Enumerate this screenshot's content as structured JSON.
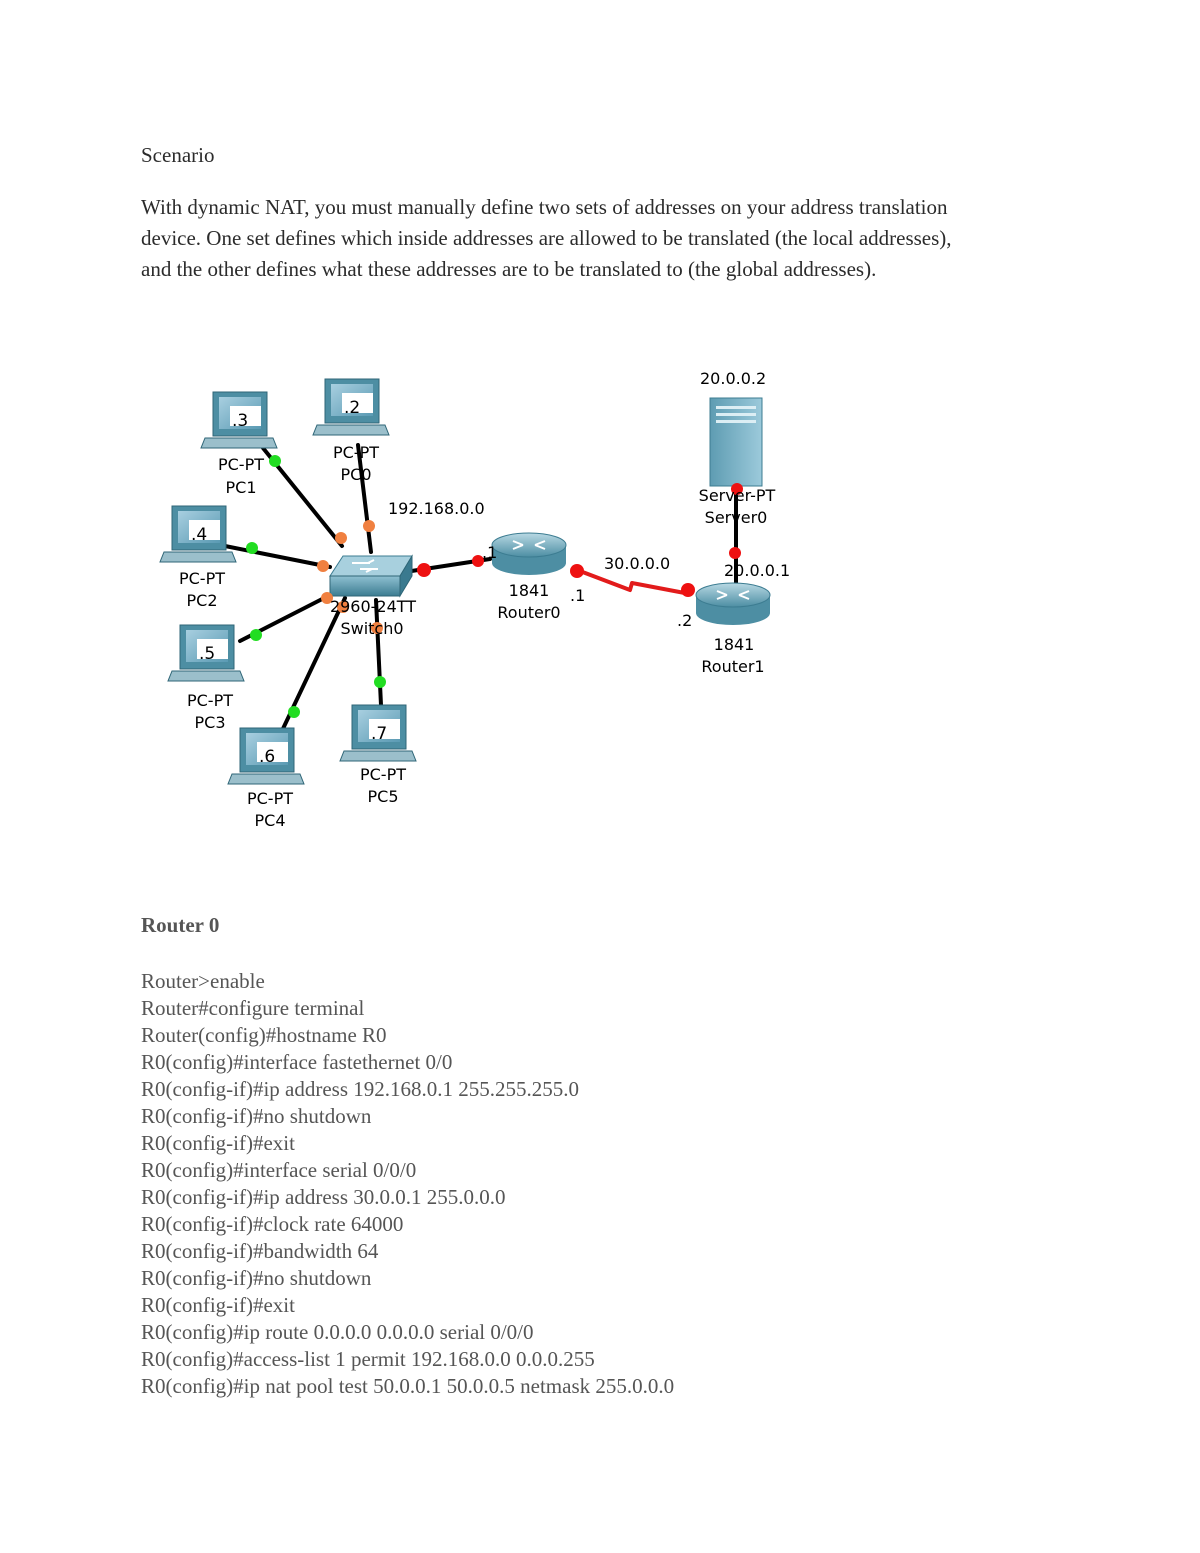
{
  "heading": "Scenario",
  "paragraph_lines": [
    "With dynamic NAT, you must manually define two sets of addresses on your address translation",
    "device. One set defines which inside addresses are allowed to be translated (the local addresses),",
    "and the other defines what these addresses are to be translated to (the global addresses)."
  ],
  "diagram": {
    "lan_network": "192.168.0.0",
    "wan_network": "30.0.0.0",
    "pcs": [
      {
        "name": "PC0",
        "type": "PC-PT",
        "host": ".2"
      },
      {
        "name": "PC1",
        "type": "PC-PT",
        "host": ".3"
      },
      {
        "name": "PC2",
        "type": "PC-PT",
        "host": ".4"
      },
      {
        "name": "PC3",
        "type": "PC-PT",
        "host": ".5"
      },
      {
        "name": "PC4",
        "type": "PC-PT",
        "host": ".6"
      },
      {
        "name": "PC5",
        "type": "PC-PT",
        "host": ".7"
      }
    ],
    "switch": {
      "model": "2960-24TT",
      "name": "Switch0"
    },
    "router0": {
      "model": "1841",
      "name": "Router0",
      "lan_ip": ".1",
      "wan_ip": ".1"
    },
    "router1": {
      "model": "1841",
      "name": "Router1",
      "wan_ip": ".2",
      "lan_ip": "20.0.0.1"
    },
    "server": {
      "type": "Server-PT",
      "name": "Server0",
      "ip": "20.0.0.2"
    },
    "colors": {
      "link_up": "#22dd22",
      "link_wait": "#f08040",
      "link_down": "#ee1111",
      "serial": "#e21b1b",
      "device": "#4d8ea3"
    }
  },
  "router_title": "Router 0",
  "commands": [
    "Router>enable",
    "Router#configure terminal",
    "Router(config)#hostname R0",
    "R0(config)#interface fastethernet 0/0",
    "R0(config-if)#ip address 192.168.0.1 255.255.255.0",
    "R0(config-if)#no shutdown",
    "R0(config-if)#exit",
    "R0(config)#interface serial 0/0/0",
    "R0(config-if)#ip address 30.0.0.1 255.0.0.0",
    "R0(config-if)#clock rate 64000",
    "R0(config-if)#bandwidth 64",
    "R0(config-if)#no shutdown",
    "R0(config-if)#exit",
    "R0(config)#ip route 0.0.0.0 0.0.0.0 serial 0/0/0",
    "R0(config)#access-list 1 permit 192.168.0.0 0.0.0.255",
    "R0(config)#ip nat pool test 50.0.0.1 50.0.0.5 netmask 255.0.0.0"
  ]
}
